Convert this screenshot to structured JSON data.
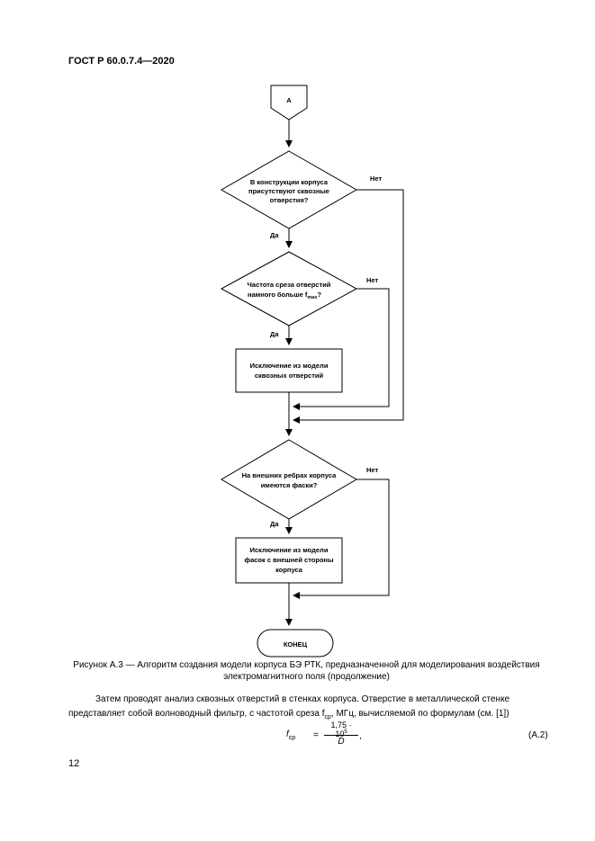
{
  "header": {
    "doc_id": "ГОСТ Р 60.0.7.4—2020"
  },
  "flowchart": {
    "start": "А",
    "decision1": [
      "В конструкции корпуса",
      "присутствуют сквозные",
      "отверстия?"
    ],
    "decision2": [
      "Частота среза отверстий",
      "намного больше f"
    ],
    "decision2_sub": "max",
    "decision2_tail": "?",
    "process1": [
      "Исключение из модели",
      "сквозных отверстий"
    ],
    "decision3": [
      "На внешних ребрах корпуса",
      "имеются фаски?"
    ],
    "process2": [
      "Исключение из модели",
      "фасок с внешней стороны",
      "корпуса"
    ],
    "end": "КОНЕЦ",
    "yes_label": "Да",
    "no_label": "Нет"
  },
  "caption": {
    "line1": "Рисунок А.3 — Алгоритм создания модели корпуса БЭ РТК, предназначенной для моделирования воздействия",
    "line2": "электромагнитного поля (продолжение)"
  },
  "body": {
    "para1": "Затем проводят анализ сквозных отверстий в стенках корпуса. Отверстие в металлической стенке",
    "para2_a": "представляет собой волноводный фильтр, с частотой среза f",
    "para2_sub": "ср",
    "para2_b": ", МГц, вычисляемой по формулам (см. [1])"
  },
  "formula": {
    "lhs": "f",
    "lhs_sub": "ср",
    "equals": "=",
    "numerator": "1,75 · 10",
    "numerator_exp": "5",
    "denominator": "D",
    "trailing": ",",
    "number": "(А.2)"
  },
  "page_number": "12"
}
